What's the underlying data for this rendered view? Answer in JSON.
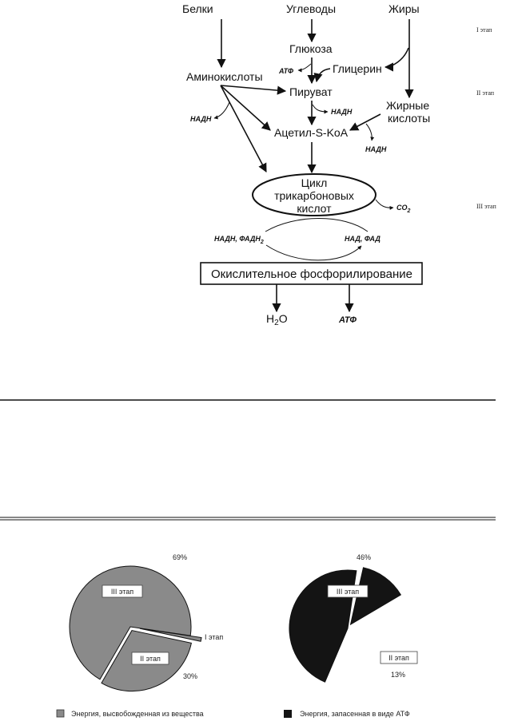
{
  "diagram": {
    "sources": {
      "proteins": "Белки",
      "carbs": "Углеводы",
      "fats": "Жиры"
    },
    "glucose": "Глюкоза",
    "glycerol": "Глицерин",
    "amino_acids": "Аминокислоты",
    "pyruvate": "Пируват",
    "fatty_acids_1": "Жирные",
    "fatty_acids_2": "кислоты",
    "acetyl_coa": "Ацетил-S-KoA",
    "tca_1": "Цикл",
    "tca_2": "трикарбоновых",
    "tca_3": "кислот",
    "atp_small": "АТФ",
    "nadh": "НАДН",
    "co2_text": "CO",
    "co2_sub": "2",
    "nadh_fadh_text": "НАДН, ФАДН",
    "nadh_fadh_sub": "2",
    "nad_fad": "НАД, ФАД",
    "ox_phos": "Окислительное фосфорилирование",
    "water_h": "H",
    "water_sub": "2",
    "water_o": "O",
    "atp_big": "АТФ",
    "stage_1": "I  этап",
    "stage_2": "II этап",
    "stage_3": "III  этап"
  },
  "chart_data": [
    {
      "type": "pie",
      "slices": [
        {
          "label": "III этап",
          "value": 69,
          "value_label": "69%"
        },
        {
          "label": "I этап",
          "value": 1,
          "value_label": ""
        },
        {
          "label": "II этап",
          "value": 30,
          "value_label": "30%"
        }
      ],
      "legend": "Энергия, высвобожденная из вещества",
      "color": "#8a8a8a"
    },
    {
      "type": "pie",
      "slices": [
        {
          "label": "III этап",
          "value": 46,
          "value_label": "46%"
        },
        {
          "label": "II этап",
          "value": 13,
          "value_label": "13%"
        }
      ],
      "legend": "Энергия, запасенная в виде АТФ",
      "color": "#141414"
    }
  ]
}
